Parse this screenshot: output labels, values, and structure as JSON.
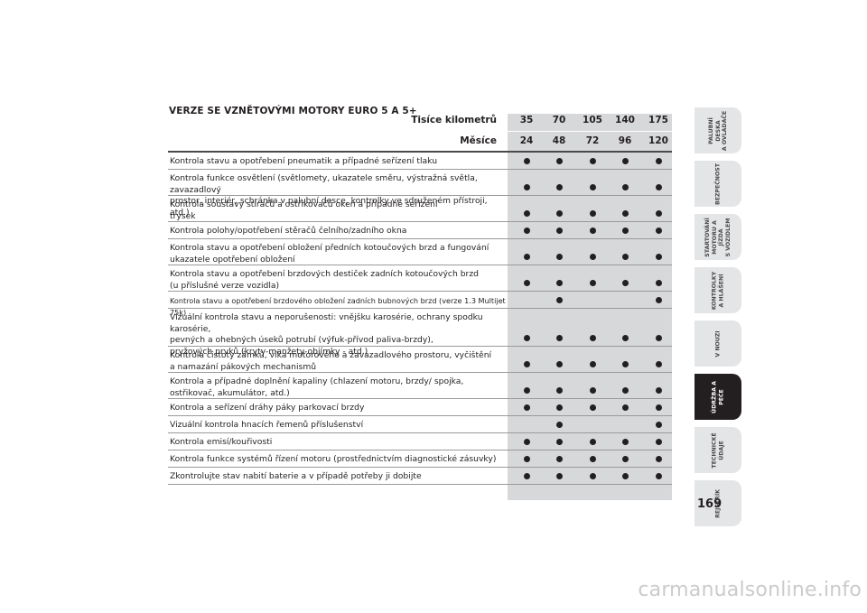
{
  "title": "VERZE SE VZNĚTOVÝMI MOTORY EURO 5 A 5+",
  "header": {
    "km_label": "Tisíce kilometrů",
    "months_label": "Měsíce",
    "km": [
      "35",
      "70",
      "105",
      "140",
      "175"
    ],
    "months": [
      "24",
      "48",
      "72",
      "96",
      "120"
    ]
  },
  "rows": [
    {
      "text": "Kontrola stavu a opotřebení pneumatik a případné seřízení tlaku",
      "checks": [
        true,
        true,
        true,
        true,
        true
      ]
    },
    {
      "text": "Kontrola funkce osvětlení (světlomety, ukazatele směru, výstražná světla, zavazadlový\nprostor, interiér, schránka v palubní desce, kontrolky ve sdruženém přístroji, atd.)",
      "checks": [
        true,
        true,
        true,
        true,
        true
      ]
    },
    {
      "text": "Kontrola soustavy stíračů a ostřikovačů oken a případné seřízení\ntrysek",
      "checks": [
        true,
        true,
        true,
        true,
        true
      ]
    },
    {
      "text": "Kontrola polohy/opotřebení stěračů čelního/zadního okna",
      "checks": [
        true,
        true,
        true,
        true,
        true
      ]
    },
    {
      "text": "Kontrola stavu a opotřebení obložení předních kotoučových brzd a fungování\nukazatele opotřebení obložení",
      "checks": [
        true,
        true,
        true,
        true,
        true
      ]
    },
    {
      "text": "Kontrola stavu a opotřebení brzdových destiček zadních kotoučových brzd\n(u příslušné verze vozidla)",
      "checks": [
        true,
        true,
        true,
        true,
        true
      ]
    },
    {
      "text": "Kontrola stavu a opotřebení brzdového obložení zadních bubnových brzd (verze 1.3 Multijet 75k)",
      "checks": [
        false,
        true,
        false,
        false,
        true
      ],
      "small": true
    },
    {
      "text": "Vizuální kontrola stavu a neporušenosti: vnějšku karosérie, ochrany spodku karosérie,\npevných a ohebných úseků potrubí (výfuk-přívod paliva-brzdy),\npryžových prvků (kryty-manžety-objímky - atd.)",
      "checks": [
        true,
        true,
        true,
        true,
        true
      ]
    },
    {
      "text": "Kontrola čistoty zámků, víka motorového a zavazadlového prostoru, vyčištění\na namazání pákových mechanismů",
      "checks": [
        true,
        true,
        true,
        true,
        true
      ]
    },
    {
      "text": "Kontrola a případné doplnění kapaliny (chlazení motoru, brzdy/ spojka,\nostřikovač, akumulátor, atd.)",
      "checks": [
        true,
        true,
        true,
        true,
        true
      ]
    },
    {
      "text": "Kontrola a seřízení dráhy páky parkovací brzdy",
      "checks": [
        true,
        true,
        true,
        true,
        true
      ]
    },
    {
      "text": "Vizuální kontrola hnacích řemenů příslušenství",
      "checks": [
        false,
        true,
        false,
        false,
        true
      ]
    },
    {
      "text": "Kontrola emisí/kouřivosti",
      "checks": [
        true,
        true,
        true,
        true,
        true
      ]
    },
    {
      "text": "Kontrola funkce systémů řízení motoru (prostřednictvím diagnostické zásuvky)",
      "checks": [
        true,
        true,
        true,
        true,
        true
      ]
    },
    {
      "text": "Zkontrolujte stav nabití baterie a v případě potřeby ji dobijte",
      "checks": [
        true,
        true,
        true,
        true,
        true
      ]
    }
  ],
  "tabs": [
    {
      "label": "PALUBNÍ DESKA\nA OVLADAČE",
      "active": false
    },
    {
      "label": "BEZPEČNOST",
      "active": false
    },
    {
      "label": "STARTOVÁNÍ\nMOTORU A JÍZDA\nS VOZIDLEM",
      "active": false
    },
    {
      "label": "KONTROLKY\nA HLÁŠENÍ",
      "active": false
    },
    {
      "label": "V NOUZI",
      "active": false
    },
    {
      "label": "ÚDRŽBA A PÉČE",
      "active": true
    },
    {
      "label": "TECHNICKÉ ÚDAJE",
      "active": false
    },
    {
      "label": "REJSTŘÍK",
      "active": false
    }
  ],
  "page_number": "169",
  "watermark": "carmanualsonline.info",
  "colors": {
    "band": "#d7d8da",
    "ink": "#231f20",
    "active_tab": "#231f20",
    "tab": "#e4e5e7"
  }
}
